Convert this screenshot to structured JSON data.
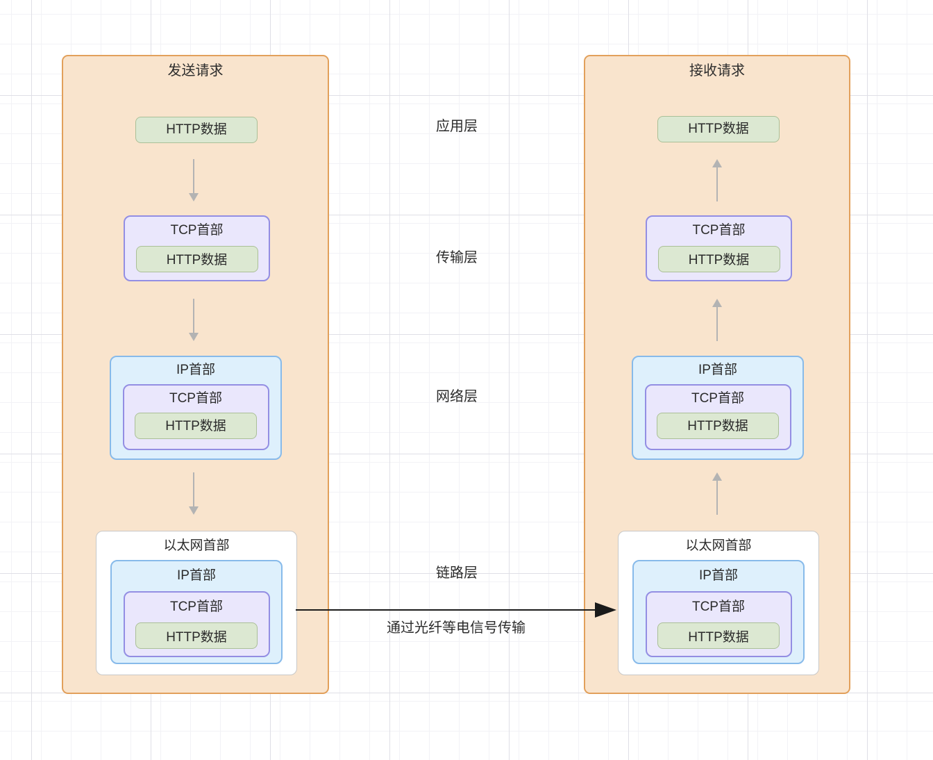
{
  "left_panel": {
    "title": "发送请求"
  },
  "right_panel": {
    "title": "接收请求"
  },
  "boxes": {
    "http": "HTTP数据",
    "tcp": "TCP首部",
    "ip": "IP首部",
    "ethernet": "以太网首部"
  },
  "layer_labels": {
    "application": "应用层",
    "transport": "传输层",
    "network": "网络层",
    "link": "链路层"
  },
  "transmission_caption": "通过光纤等电信号传输",
  "colors": {
    "panel_fill": "#f9e4cd",
    "panel_border": "#e2a05b",
    "green_fill": "#dce8d2",
    "green_border": "#aabf97",
    "purple_fill": "#eae7fc",
    "purple_border": "#938ee3",
    "blue_fill": "#def0fc",
    "blue_border": "#87baea",
    "white_fill": "#ffffff",
    "white_border": "#c8c8c8",
    "gray_arrow": "#b3b3b3",
    "black_arrow": "#1a1a1a",
    "grid_minor": "#f2f2f6",
    "grid_major": "#dfdfe6"
  }
}
